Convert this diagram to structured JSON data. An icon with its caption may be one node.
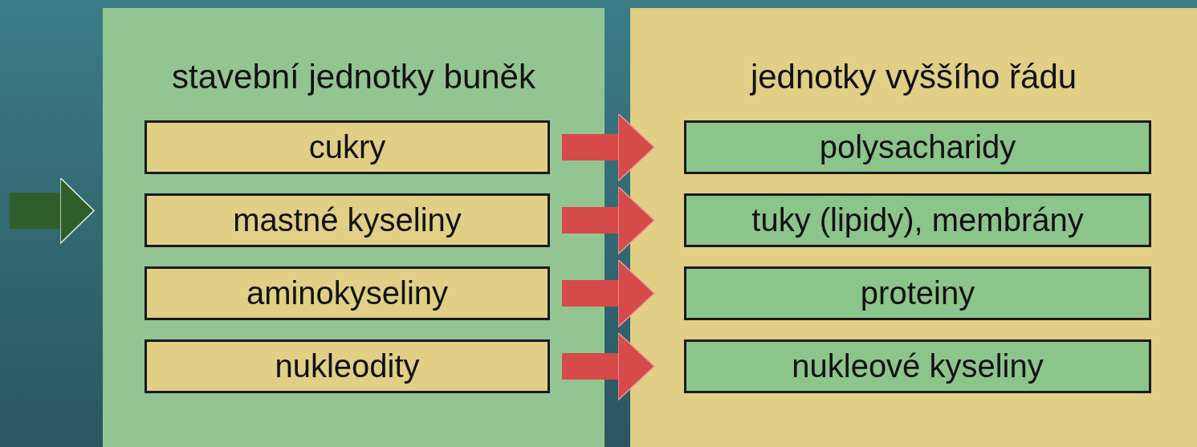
{
  "diagram": {
    "nodes": [
      {
        "text": [
          "stavební jednotky buněk"
        ]
      },
      {
        "text": [
          "cukry"
        ],
        "in": 0
      },
      {
        "text": [
          "mastné kyseliny"
        ],
        "in": 0
      },
      {
        "text": [
          "aminokyseliny"
        ],
        "in": 0
      },
      {
        "text": [
          "nukleodity"
        ],
        "in": 0
      },
      {
        "text": [
          "jednotky vyššího řádu"
        ]
      },
      {
        "text": [
          "polysacharidy"
        ],
        "in": 5
      },
      {
        "text": [
          "tuky (lipidy), membrány"
        ],
        "in": 5
      },
      {
        "text": [
          "proteiny"
        ],
        "in": 5
      },
      {
        "text": [
          "nukleové kyseliny"
        ],
        "in": 5
      }
    ],
    "edges": [
      {
        "from": null,
        "to": 0,
        "arrow": "to",
        "color": "#2e5f2a"
      },
      {
        "from": 1,
        "to": 6,
        "arrow": "to"
      },
      {
        "from": 2,
        "to": 7,
        "arrow": "to"
      },
      {
        "from": 3,
        "to": 8,
        "arrow": "to"
      },
      {
        "from": 4,
        "to": 9,
        "arrow": "to"
      }
    ]
  }
}
